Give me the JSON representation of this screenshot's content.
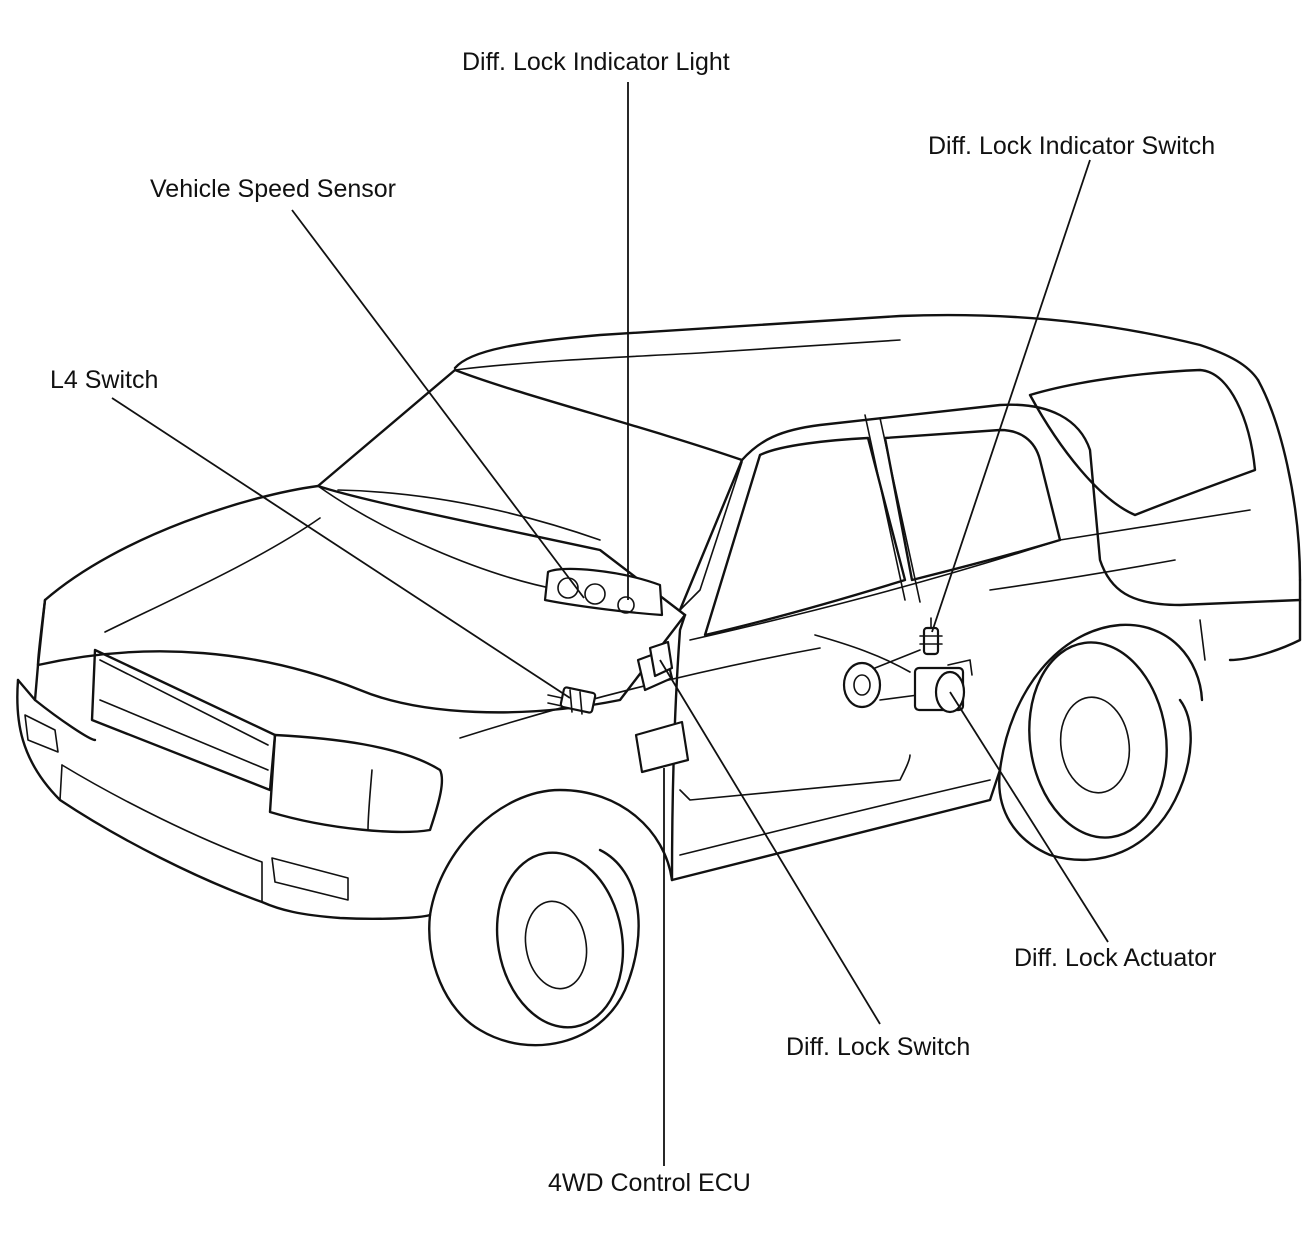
{
  "labels": {
    "diff_lock_indicator_light": "Diff. Lock Indicator Light",
    "diff_lock_indicator_switch": "Diff. Lock Indicator Switch",
    "vehicle_speed_sensor": "Vehicle Speed Sensor",
    "l4_switch": "L4 Switch",
    "diff_lock_actuator": "Diff. Lock Actuator",
    "diff_lock_switch": "Diff. Lock Switch",
    "control_ecu_4wd": "4WD Control ECU"
  }
}
